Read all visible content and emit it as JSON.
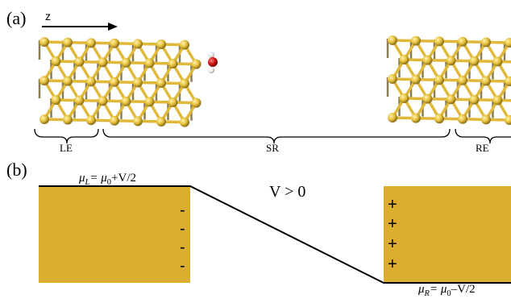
{
  "panels": {
    "a": "(a)",
    "b": "(b)"
  },
  "axis": {
    "z_label": "z"
  },
  "braces": {
    "left": "LE",
    "middle": "SR",
    "right": "RE"
  },
  "potentials": {
    "left": {
      "mu": "μ",
      "sub": "L",
      "eq": "= μ",
      "sub0": "0",
      "rest": "+V/2"
    },
    "right": {
      "mu": "μ",
      "sub": "R",
      "eq": "= μ",
      "sub0": "0",
      "rest": "–V/2"
    }
  },
  "bias": "V > 0",
  "charges": {
    "left": [
      "-",
      "-",
      "-",
      "-"
    ],
    "right": [
      "+",
      "+",
      "+",
      "+"
    ]
  },
  "colors": {
    "electrode_fill": "#dbae2f",
    "atom": "#e8c13a",
    "atom_dark": "#8f7a2c",
    "bond": "#7a6a2a",
    "oxygen": "#d01010",
    "hydrogen": "#f2f2f2"
  },
  "molecule": {
    "atoms": [
      "H",
      "O",
      "H"
    ]
  }
}
